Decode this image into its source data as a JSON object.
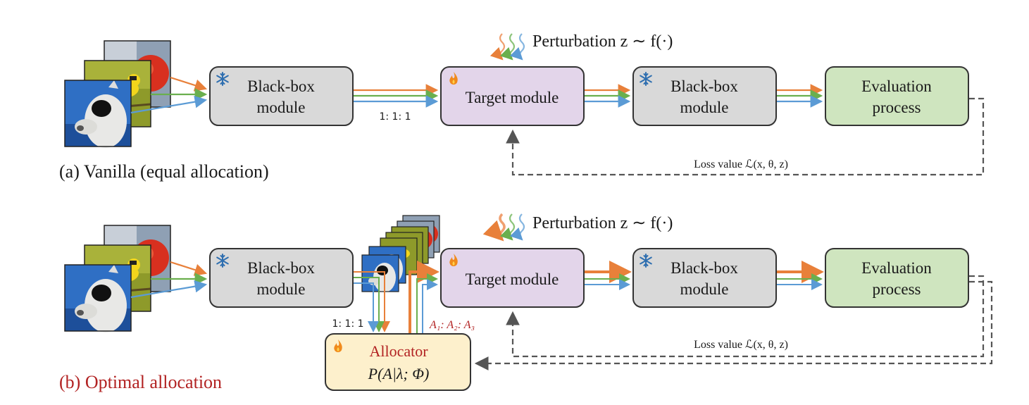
{
  "colors": {
    "orange": "#e8803a",
    "green": "#6aaf4e",
    "blue": "#5b9bd5",
    "gray_box": "#d9d9d9",
    "purple_box": "#e3d5ea",
    "green_box": "#cfe5bf",
    "yellow_box": "#fdf0cc",
    "caption_red": "#b22222"
  },
  "icons": {
    "frozen": "snowflake-icon",
    "trainable": "flame-icon"
  },
  "top": {
    "blackbox1_line1": "Black-box",
    "blackbox1_line2": "module",
    "ratio": "1: 1: 1",
    "target": "Target module",
    "blackbox2_line1": "Black-box",
    "blackbox2_line2": "module",
    "eval_line1": "Evaluation",
    "eval_line2": "process",
    "perturbation": "Perturbation z ∼ f(·)",
    "loss": "Loss value ℒ(x, θ, z)",
    "caption": "(a) Vanilla (equal allocation)"
  },
  "bottom": {
    "blackbox1_line1": "Black-box",
    "blackbox1_line2": "module",
    "ratio": "1: 1: 1",
    "alloc_ratio": "A₁: A₂: A₃",
    "target": "Target module",
    "blackbox2_line1": "Black-box",
    "blackbox2_line2": "module",
    "eval_line1": "Evaluation",
    "eval_line2": "process",
    "perturbation": "Perturbation z ∼ f(·)",
    "loss": "Loss value ℒ(x, θ, z)",
    "allocator_title": "Allocator",
    "allocator_formula": "P(A|λ; Φ)",
    "caption": "(b) Optimal allocation"
  }
}
